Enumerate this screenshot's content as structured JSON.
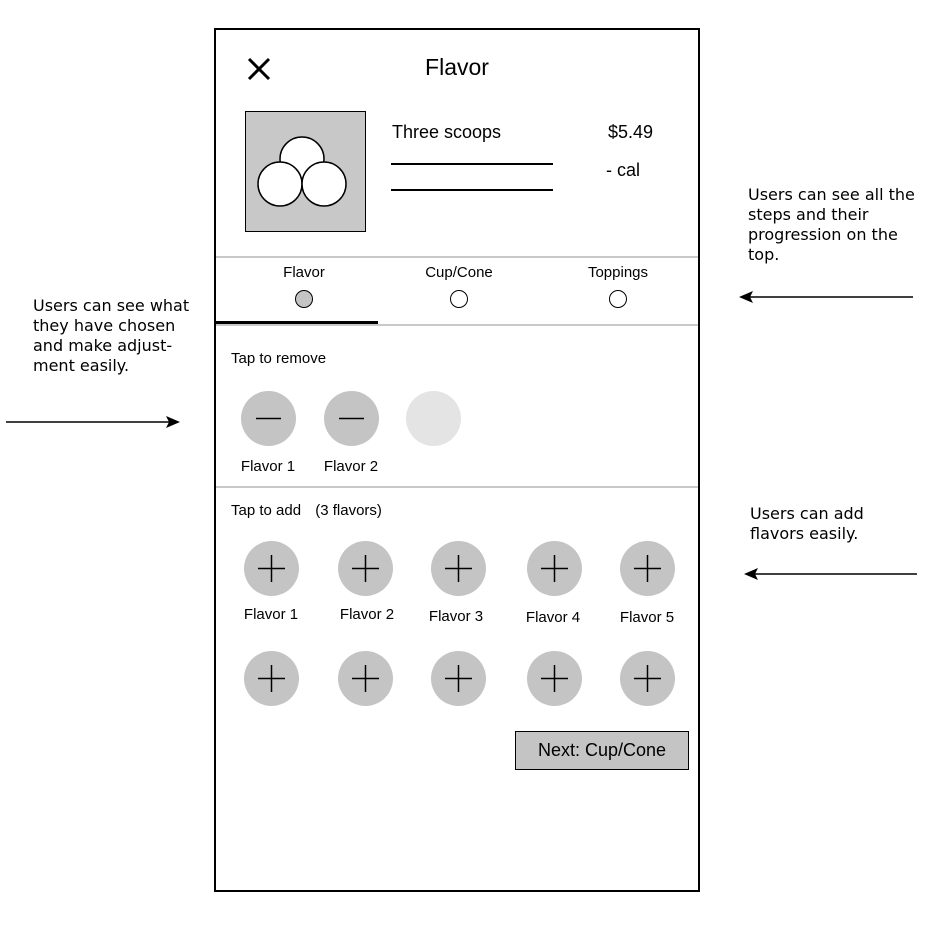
{
  "annotations": {
    "left": [
      "Users can see what",
      "they have chosen",
      "and make adjust-",
      "ment easily."
    ],
    "right_top": [
      "Users can see all the",
      "steps and their",
      "progression on the",
      "top."
    ],
    "right_bottom": [
      "Users can add",
      "flavors easily."
    ]
  },
  "header": {
    "title": "Flavor",
    "close_icon": "close-icon"
  },
  "product": {
    "name": "Three scoops",
    "price": "$5.49",
    "calories": "- cal",
    "image_icon": "three-scoops-icon"
  },
  "tabs": [
    {
      "label": "Flavor",
      "active": true
    },
    {
      "label": "Cup/Cone",
      "active": false
    },
    {
      "label": "Toppings",
      "active": false
    }
  ],
  "selected": {
    "heading": "Tap to remove",
    "items": [
      {
        "label": "Flavor 1"
      },
      {
        "label": "Flavor 2"
      }
    ],
    "empty_slots": 1
  },
  "add": {
    "heading": "Tap to add",
    "count_note": "(3 flavors)",
    "row1": [
      {
        "label": "Flavor 1"
      },
      {
        "label": "Flavor 2"
      },
      {
        "label": "Flavor 3"
      },
      {
        "label": "Flavor 4"
      },
      {
        "label": "Flavor 5"
      }
    ],
    "row2": [
      {
        "label": ""
      },
      {
        "label": ""
      },
      {
        "label": ""
      },
      {
        "label": ""
      },
      {
        "label": ""
      }
    ]
  },
  "next_button": {
    "label": "Next: Cup/Cone"
  },
  "colors": {
    "chip": "#c4c4c4",
    "empty_chip": "#e4e4e4",
    "image_bg": "#c8c8c8",
    "divider": "#c9c9c9"
  }
}
